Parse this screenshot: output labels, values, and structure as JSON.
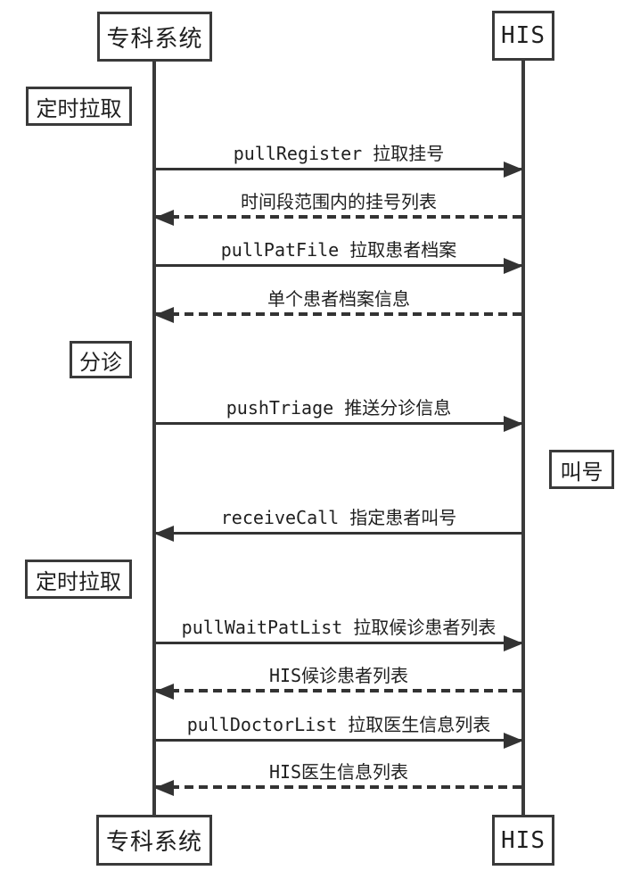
{
  "diagram": {
    "type": "sequence-diagram",
    "background_color": "#ffffff",
    "line_color": "#333333",
    "text_color": "#1f1f1f",
    "actors": {
      "top_left": "专科系统",
      "top_right": "HIS",
      "bottom_left": "专科系统",
      "bottom_right": "HIS"
    },
    "phase_labels": [
      {
        "text": "定时拉取",
        "side": "left"
      },
      {
        "text": "分诊",
        "side": "left"
      },
      {
        "text": "叫号",
        "side": "right"
      },
      {
        "text": "定时拉取",
        "side": "left"
      }
    ],
    "messages": [
      {
        "label": "pullRegister 拉取挂号",
        "from": "专科系统",
        "to": "HIS",
        "line": "solid"
      },
      {
        "label": "时间段范围内的挂号列表",
        "from": "HIS",
        "to": "专科系统",
        "line": "dashed"
      },
      {
        "label": "pullPatFile 拉取患者档案",
        "from": "专科系统",
        "to": "HIS",
        "line": "solid"
      },
      {
        "label": "单个患者档案信息",
        "from": "HIS",
        "to": "专科系统",
        "line": "dashed"
      },
      {
        "label": "pushTriage 推送分诊信息",
        "from": "专科系统",
        "to": "HIS",
        "line": "solid"
      },
      {
        "label": "receiveCall 指定患者叫号",
        "from": "HIS",
        "to": "专科系统",
        "line": "solid"
      },
      {
        "label": "pullWaitPatList 拉取候诊患者列表",
        "from": "专科系统",
        "to": "HIS",
        "line": "solid"
      },
      {
        "label": "HIS候诊患者列表",
        "from": "HIS",
        "to": "专科系统",
        "line": "dashed"
      },
      {
        "label": "pullDoctorList 拉取医生信息列表",
        "from": "专科系统",
        "to": "HIS",
        "line": "solid"
      },
      {
        "label": "HIS医生信息列表",
        "from": "HIS",
        "to": "专科系统",
        "line": "dashed"
      }
    ]
  }
}
